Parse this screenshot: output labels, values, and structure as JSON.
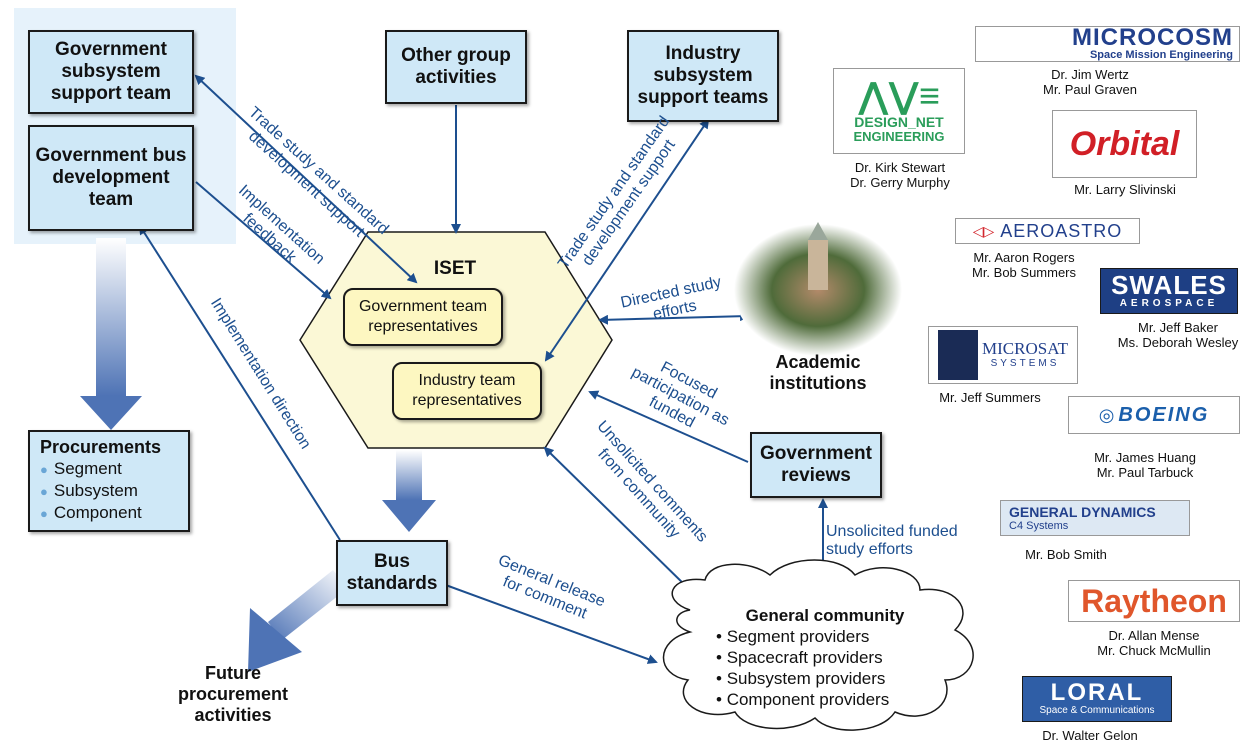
{
  "boxes": {
    "gov_subsystem": "Government subsystem support team",
    "gov_bus_dev": "Government bus development team",
    "other_group": "Other group activities",
    "industry_subsystem": "Industry subsystem support teams",
    "bus_standards": "Bus standards",
    "gov_reviews": "Government reviews"
  },
  "procurements": {
    "title": "Procurements",
    "items": [
      "Segment",
      "Subsystem",
      "Component"
    ]
  },
  "iset": {
    "title": "ISET",
    "gov_rep": "Government team representatives",
    "ind_rep": "Industry team representatives"
  },
  "academic": "Academic institutions",
  "future": "Future procurement activities",
  "community": {
    "title": "General community",
    "items": [
      "Segment providers",
      "Spacecraft providers",
      "Subsystem providers",
      "Component providers"
    ]
  },
  "arrow_labels": {
    "trade_gov": "Trade study and standard development support",
    "impl_feedback": "Implementation feedback",
    "impl_direction": "Implementation direction",
    "trade_ind": "Trade study and standard development support",
    "directed": "Directed study efforts",
    "focused": "Focused participation as funded",
    "unsolicited": "Unsolicited comments from community",
    "general_release": "General release for comment",
    "unsolicited_funded": "Unsolicited funded study efforts"
  },
  "companies": [
    {
      "name": "MICROCOSM",
      "sub": "Space Mission Engineering",
      "people": "Dr. Jim Wertz\nMr. Paul Graven"
    },
    {
      "name": "DESIGN_NET",
      "sub": "ENGINEERING",
      "people": "Dr. Kirk Stewart\nDr. Gerry Murphy"
    },
    {
      "name": "Orbital",
      "people": "Mr. Larry Slivinski"
    },
    {
      "name": "AEROASTRO",
      "people": "Mr. Aaron Rogers\nMr. Bob Summers"
    },
    {
      "name": "SWALES",
      "sub": "AEROSPACE",
      "people": "Mr. Jeff Baker\nMs. Deborah Wesley"
    },
    {
      "name": "MICROSAT",
      "sub": "SYSTEMS",
      "people": "Mr. Jeff Summers"
    },
    {
      "name": "BOEING",
      "people": "Mr. James Huang\nMr. Paul Tarbuck"
    },
    {
      "name": "GENERAL DYNAMICS",
      "sub": "C4 Systems",
      "people": "Mr. Bob Smith"
    },
    {
      "name": "Raytheon",
      "people": "Dr. Allan Mense\nMr. Chuck McMullin"
    },
    {
      "name": "LORAL",
      "sub": "Space & Communications",
      "people": "Dr. Walter Gelon"
    }
  ],
  "colors": {
    "box": "#cfe8f7",
    "iset": "#fdf7c1",
    "arrow": "#1d4f8f",
    "bigarrow": "#4e73b5"
  }
}
